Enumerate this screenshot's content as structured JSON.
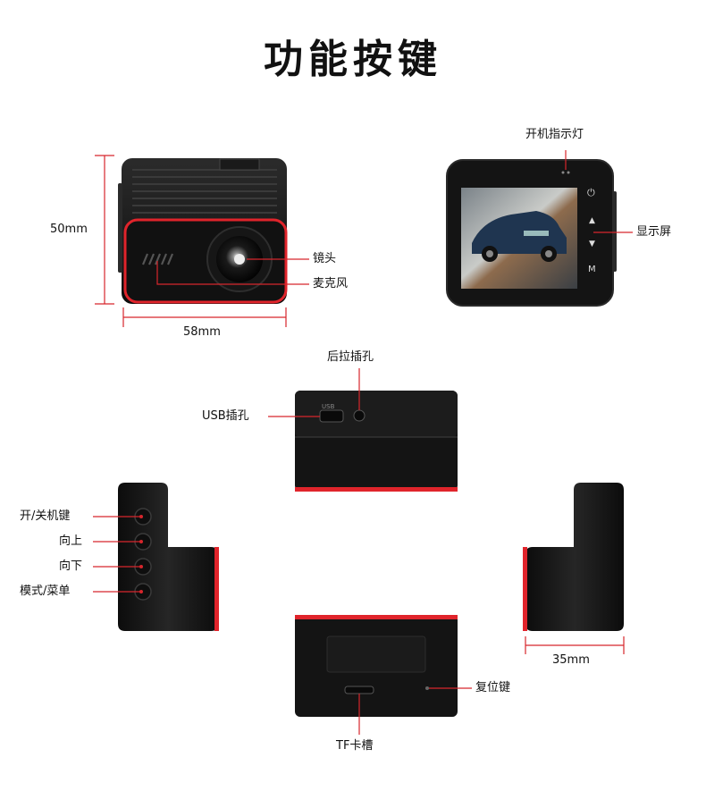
{
  "title": "功能按键",
  "dimensions": {
    "height": "50mm",
    "width": "58mm",
    "depth": "35mm"
  },
  "labels": {
    "lens": "镜头",
    "microphone": "麦克风",
    "power_indicator": "开机指示灯",
    "display": "显示屏",
    "rear_cam_port": "后拉插孔",
    "usb_port": "USB插孔",
    "power_key": "开/关机键",
    "up": "向上",
    "down": "向下",
    "mode_menu": "模式/菜单",
    "reset_key": "复位键",
    "tf_slot": "TF卡槽"
  },
  "device_text": {
    "key_power": "⏻",
    "key_up": "▲",
    "key_down": "▼",
    "key_mode": "M",
    "port_usb": "USB"
  },
  "colors": {
    "body": "#161616",
    "accent": "#e0242b",
    "line": "#d7262c"
  }
}
